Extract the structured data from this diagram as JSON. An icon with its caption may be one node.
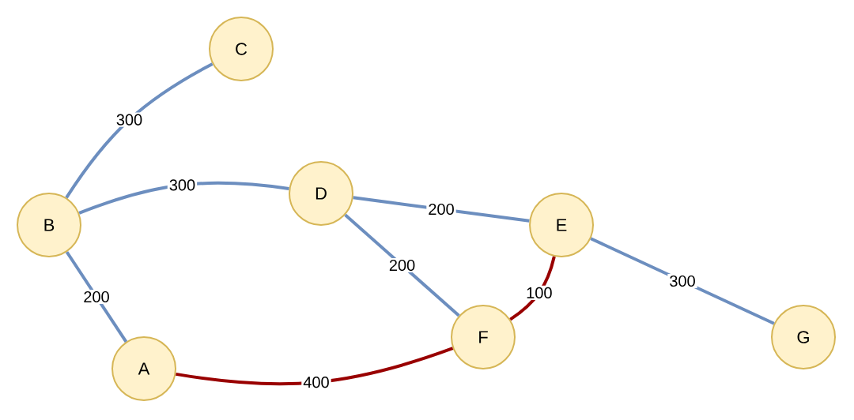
{
  "diagram": {
    "nodes": [
      {
        "text": [
          "C"
        ]
      },
      {
        "text": [
          "D"
        ]
      },
      {
        "text": [
          "B"
        ]
      },
      {
        "text": [
          "E"
        ]
      },
      {
        "text": [
          "F"
        ]
      },
      {
        "text": [
          "G"
        ]
      },
      {
        "text": [
          "A"
        ]
      }
    ],
    "edges": [
      {
        "from": 2,
        "to": 0,
        "arrow": "none",
        "label": "300"
      },
      {
        "from": 2,
        "to": 1,
        "arrow": "none",
        "label": "300"
      },
      {
        "from": 1,
        "to": 3,
        "arrow": "none",
        "label": "200"
      },
      {
        "from": 1,
        "to": 4,
        "arrow": "none",
        "label": "200"
      },
      {
        "from": 3,
        "to": 5,
        "arrow": "none",
        "label": "300"
      },
      {
        "from": 2,
        "to": 6,
        "arrow": "none",
        "label": "200"
      },
      {
        "from": 6,
        "to": 4,
        "arrow": "none",
        "label": "400",
        "color": "#990000"
      },
      {
        "from": 4,
        "to": 3,
        "arrow": "none",
        "label": "100",
        "color": "#990000"
      }
    ]
  }
}
